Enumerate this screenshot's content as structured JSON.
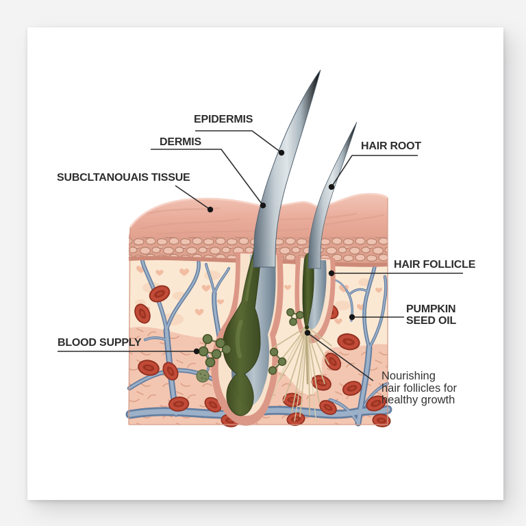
{
  "scene": {
    "background_color": "#f3f3f4",
    "card_color": "#ffffff",
    "description": "Anatomical illustration of a skin cross-section with two hairs, follicles filled with pumpkin seed oil, blood vessels and red blood cells"
  },
  "diagram": {
    "labels": {
      "epidermis": "EPIDERMIS",
      "dermis": "DERMIS",
      "subcutaneous_tissue": "SUBCLTANOUAIS TISSUE",
      "hair_root": "HAIR ROOT",
      "hair_follicle": "HAIR FOLLICLE",
      "pumpkin_seed_oil_line1": "PUMPKIN",
      "pumpkin_seed_oil_line2": "SEED OIL",
      "blood_supply": "BLOOD SUPPLY"
    },
    "note": {
      "line1": "Nourishing",
      "line2": "hair follicles for",
      "line3": "healthy growth"
    },
    "colors": {
      "hair_shaft": "#8a99a6",
      "oil_green": "#46561f",
      "skin_surface": "#e9ab9a",
      "epidermis_band": "#e0a38f",
      "dermis_cream": "#fbe8d3",
      "subcutaneous_pink": "#f3c6b1",
      "vessel_blue": "#8ea6c0",
      "blood_cell_red": "#c04a37",
      "follicle_wall_pink": "#dc9887",
      "root_fiber_tan": "#cdbd96",
      "label_text": "#2d2d2d"
    }
  }
}
